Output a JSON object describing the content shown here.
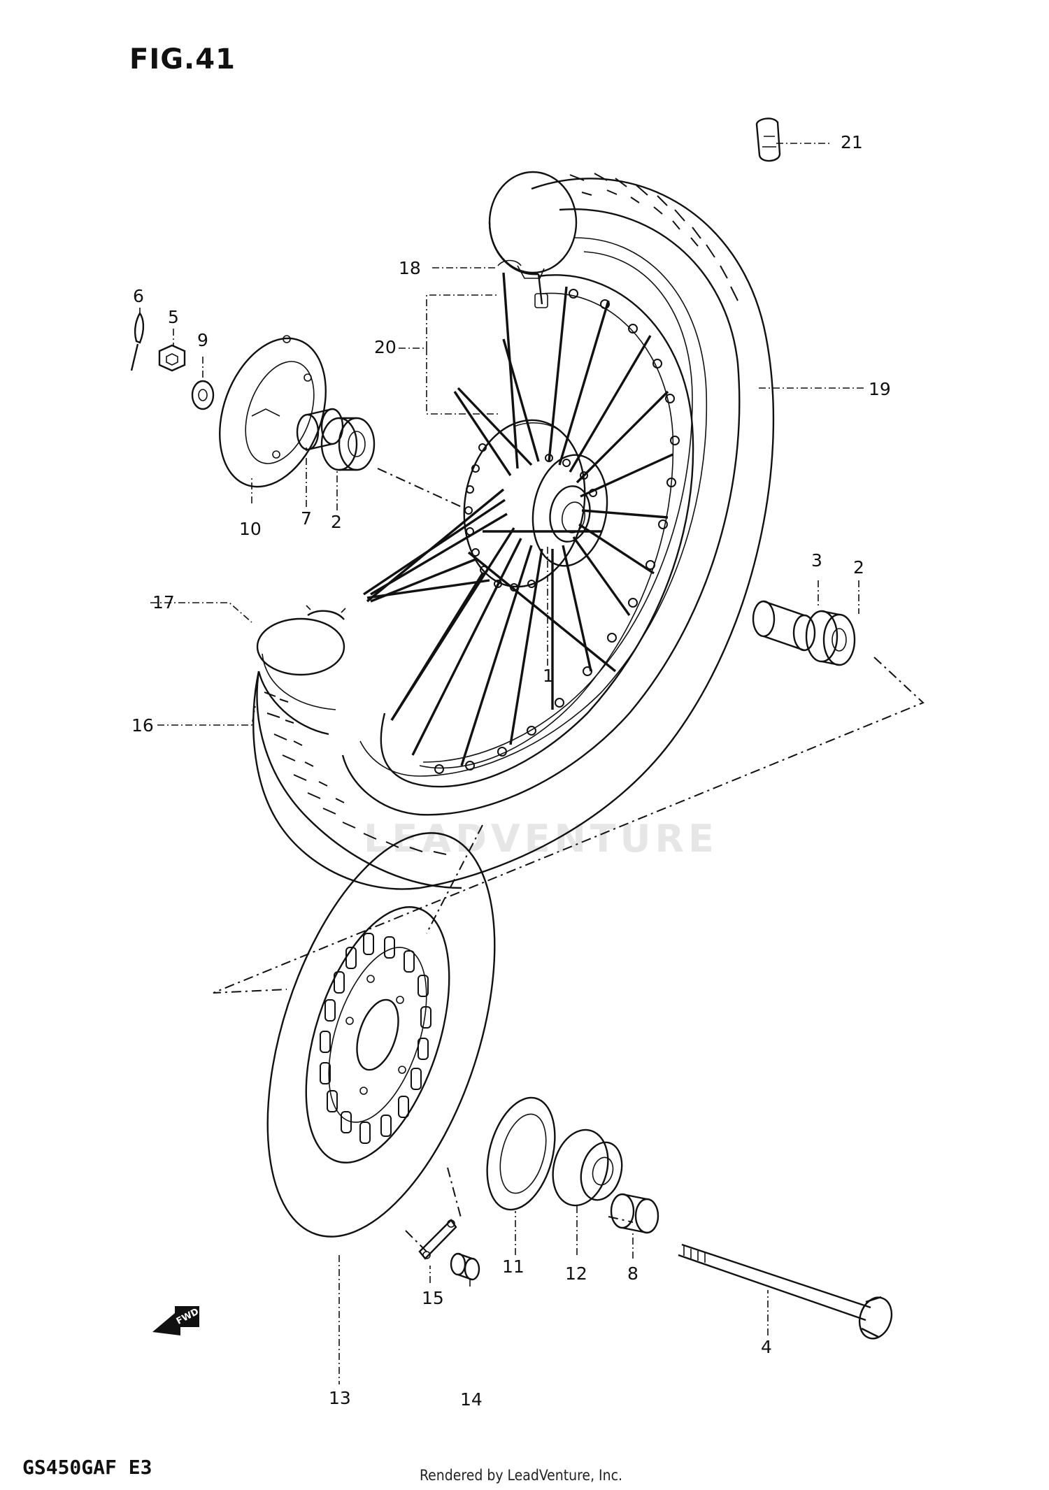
{
  "figure": {
    "title": "FIG.41",
    "model_code": "GS450GAF E3",
    "watermark": "LEADVENTURE",
    "footer": "Rendered by LeadVenture, Inc.",
    "fwd_badge": "FWD"
  },
  "callouts": {
    "c1": "1",
    "c2a": "2",
    "c2b": "2",
    "c3": "3",
    "c4": "4",
    "c5": "5",
    "c6": "6",
    "c7": "7",
    "c8": "8",
    "c9": "9",
    "c10": "10",
    "c11": "11",
    "c12": "12",
    "c13": "13",
    "c14": "14",
    "c15": "15",
    "c16": "16",
    "c17": "17",
    "c18": "18",
    "c19": "19",
    "c20": "20",
    "c21": "21"
  },
  "icons": {
    "forward_arrow": "fwd-arrow-icon"
  }
}
